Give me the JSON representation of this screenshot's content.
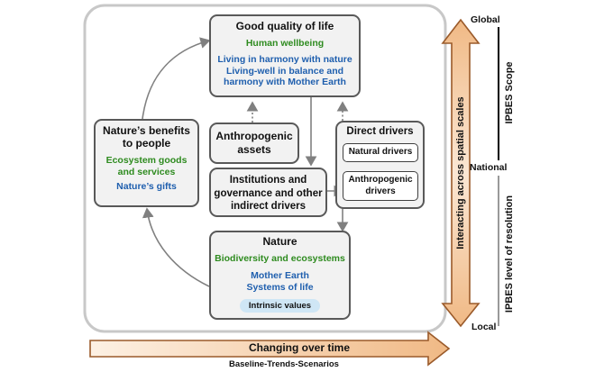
{
  "quality_of_life": {
    "title": "Good quality of life",
    "green": "Human wellbeing",
    "blue_1": "Living in harmony with nature",
    "blue_2": "Living-well in balance and",
    "blue_3": "harmony with Mother Earth"
  },
  "benefits": {
    "title_1": "Nature’s benefits",
    "title_2": "to people",
    "green_1": "Ecosystem goods",
    "green_2": "and services",
    "blue": "Nature’s gifts"
  },
  "assets": {
    "line_1": "Anthropogenic",
    "line_2": "assets"
  },
  "institutions": {
    "line_1": "Institutions and",
    "line_2": "governance and other",
    "line_3": "indirect drivers"
  },
  "direct_drivers": {
    "title": "Direct drivers",
    "natural": "Natural drivers",
    "anthropogenic_1": "Anthropogenic",
    "anthropogenic_2": "drivers"
  },
  "nature": {
    "title": "Nature",
    "green": "Biodiversity and ecosystems",
    "blue_1": "Mother Earth",
    "blue_2": "Systems of life",
    "intrinsic": "Intrinsic values"
  },
  "spatial": {
    "arrow_label": "Interacting across spatial scales",
    "global": "Global",
    "national": "National",
    "local": "Local",
    "scope": "IPBES Scope",
    "resolution": "IPBES level of resolution"
  },
  "time": {
    "arrow_label": "Changing over time",
    "sub": "Baseline-Trends-Scenarios"
  },
  "colors": {
    "green": "#2e8b1f",
    "blue": "#1f5fae",
    "arrow_fill": "#f2c9a0",
    "arrow_stroke": "#9a5a2a"
  }
}
